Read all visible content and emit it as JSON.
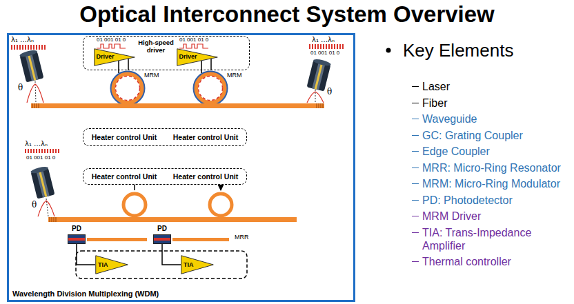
{
  "diagram": {
    "title": "Optical Interconnect System Overview",
    "nodes": [
      {
        "text": [
          "Wavelength Division Multiplexing (WDM)"
        ]
      },
      {
        "text": [
          "High-speed driver"
        ],
        "in": 0
      },
      {
        "text": [
          "Driver"
        ],
        "in": 1
      },
      {
        "text": [
          "Driver"
        ],
        "in": 1
      },
      {
        "text": [
          "Heater control Unit",
          "Heater control Unit"
        ],
        "in": 0
      },
      {
        "text": [
          "Heater control Unit",
          "Heater control Unit"
        ],
        "in": 0
      },
      {
        "text": [
          "PD"
        ],
        "in": 0
      },
      {
        "text": [
          "PD"
        ],
        "in": 0
      },
      {
        "text": [
          "TIA"
        ],
        "in": 0
      },
      {
        "text": [
          "TIA"
        ],
        "in": 0
      }
    ],
    "edges": [
      {
        "from": 6,
        "to": 8,
        "arrow": "none"
      },
      {
        "from": 7,
        "to": 9,
        "arrow": "none"
      }
    ],
    "labels": [
      "λ₁ …λₙ",
      "θ",
      "01 001 01 0",
      "01 001 01 0",
      "λ₁ …λₙ",
      "01 001 01 0",
      "θ",
      "MRM",
      "MRM",
      "λ₁ …λₙ",
      "01 001 01 0",
      "θ",
      "MRR",
      "Key Elements",
      "Laser",
      "Fiber",
      "Waveguide",
      "GC: Grating Coupler",
      "Edge Coupler",
      "MRR: Micro-Ring Resonator",
      "MRM: Micro-Ring Modulator",
      "PD: Photodetector",
      "MRM Driver",
      "TIA: Trans-Impedance Amplifier",
      "Thermal controller"
    ]
  }
}
